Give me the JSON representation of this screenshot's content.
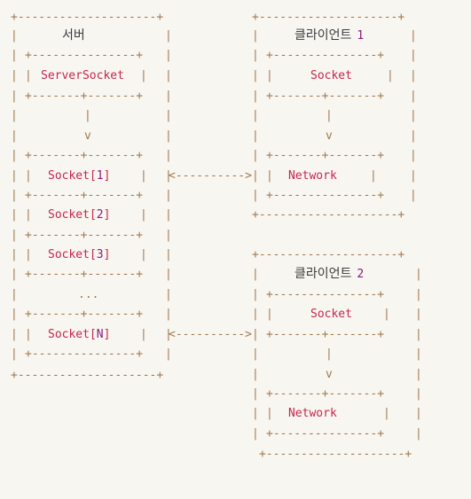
{
  "colors": {
    "background": "#f8f6f1",
    "border": "#a07a50",
    "label": "#c7254e",
    "title": "#3c3c3c",
    "number": "#8b1a7a"
  },
  "server": {
    "title": "서버",
    "server_socket": "ServerSocket",
    "sockets": [
      {
        "prefix": "Socket[",
        "index": "1",
        "suffix": "]"
      },
      {
        "prefix": "Socket[",
        "index": "2",
        "suffix": "]"
      },
      {
        "prefix": "Socket[",
        "index": "3",
        "suffix": "]"
      },
      {
        "prefix": "Socket[",
        "index": "N",
        "suffix": "]"
      }
    ],
    "ellipsis": "...",
    "arrow_pipe": "|",
    "arrow_head": "v"
  },
  "client1": {
    "title": "클라이언트",
    "number": "1",
    "socket": "Socket",
    "network": "Network",
    "arrow_pipe": "|",
    "arrow_head": "v"
  },
  "client2": {
    "title": "클라이언트",
    "number": "2",
    "socket": "Socket",
    "network": "Network",
    "arrow_pipe": "|",
    "arrow_head": "v"
  },
  "connections": {
    "link1": "<---------->",
    "link2": "<---------->"
  }
}
